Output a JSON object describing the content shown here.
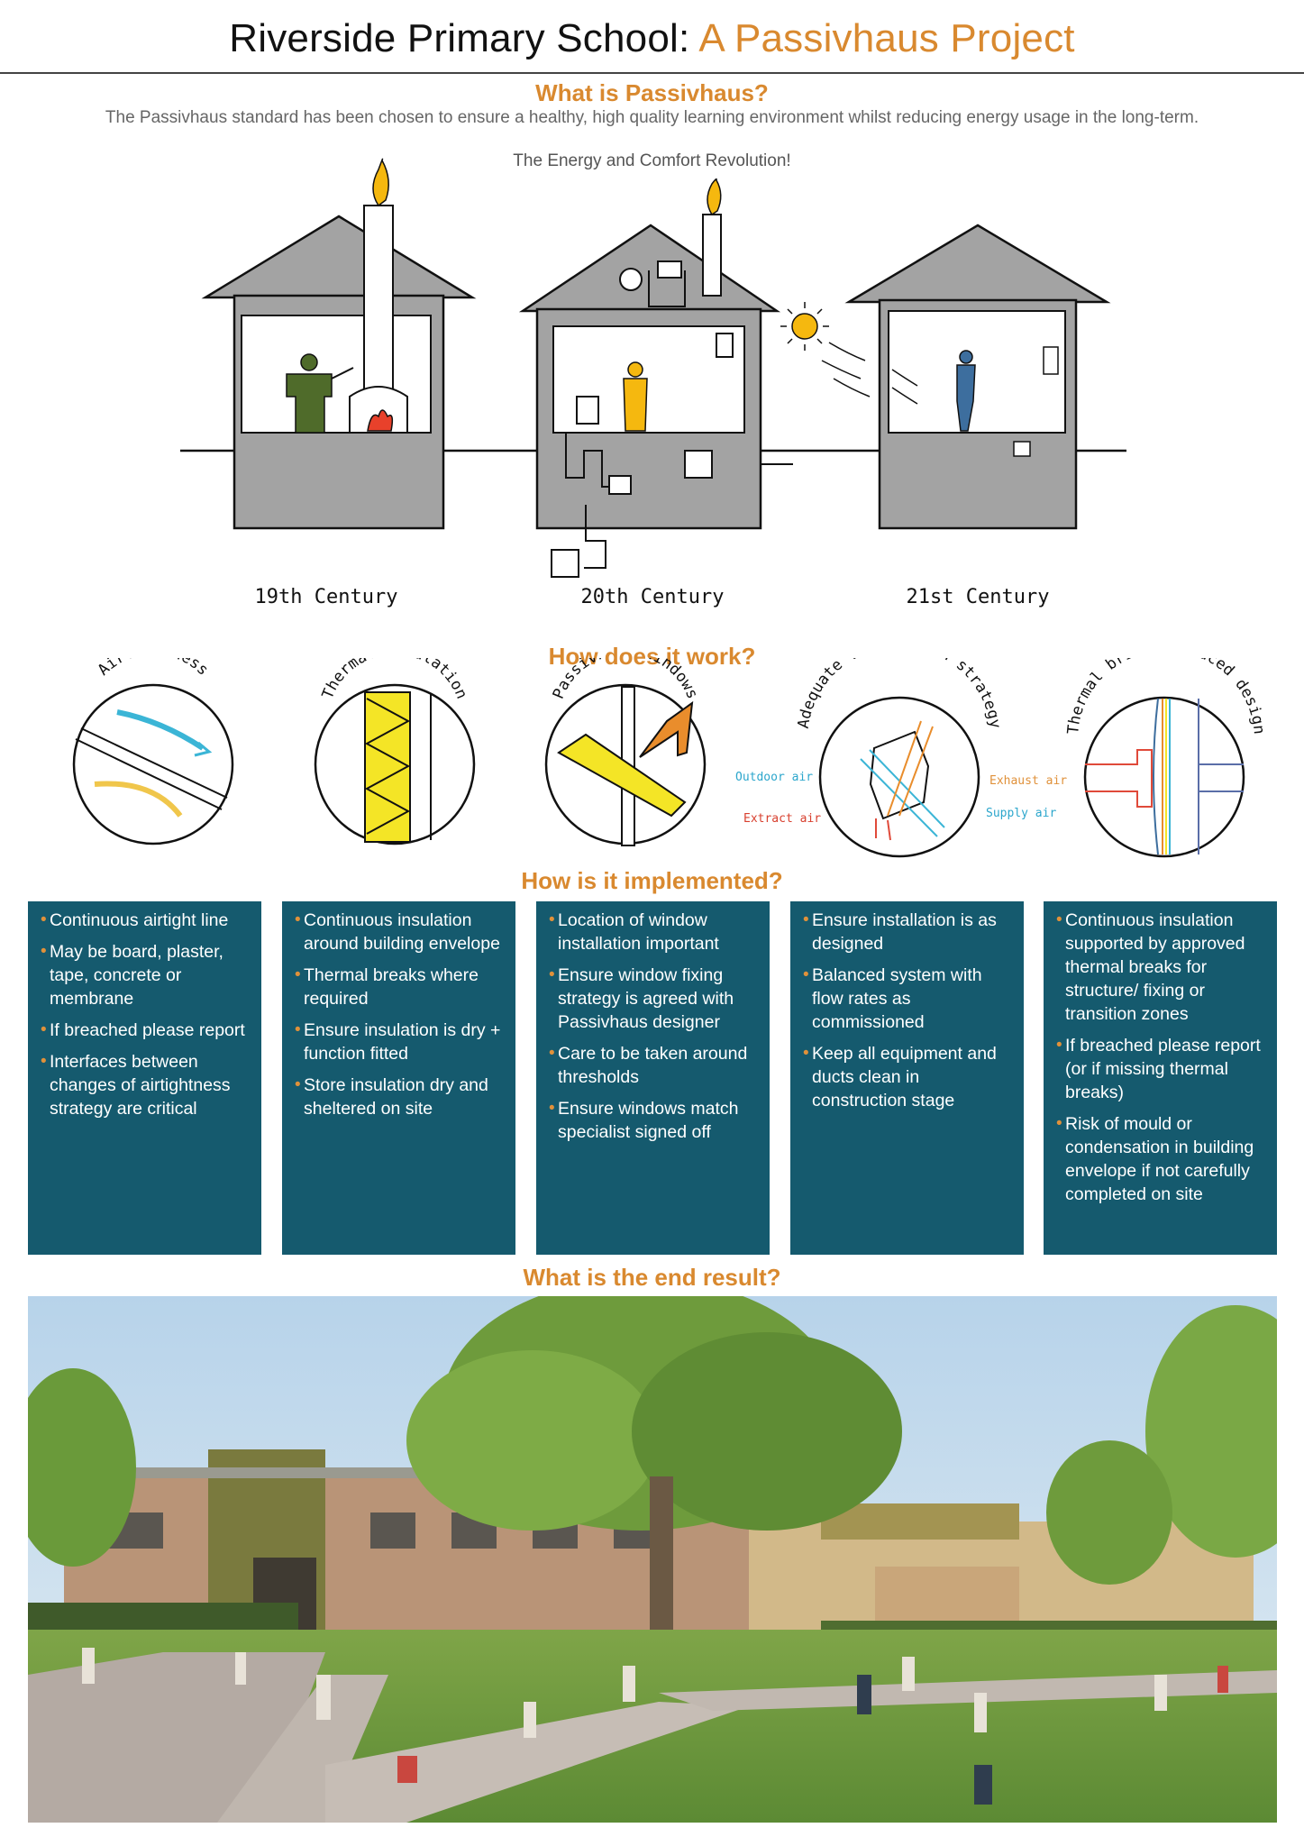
{
  "header": {
    "title_main": "Riverside Primary School:",
    "title_accent": "A Passivhaus Project"
  },
  "what": {
    "heading": "What is Passivhaus?",
    "intro": "The Passivhaus standard has been chosen to ensure a healthy, high quality learning environment whilst reducing energy usage in the long-term.",
    "subheading": "The Energy and Comfort Revolution!",
    "centuries": [
      "19th Century",
      "20th Century",
      "21st Century"
    ]
  },
  "how": {
    "heading": "How does it work?",
    "circles": [
      "Airtightness",
      "Thermal insulation",
      "Passivhaus windows",
      "Adequate ventilation strategy",
      "Thermal bridge reduced design"
    ],
    "air_labels": {
      "outdoor": "Outdoor air",
      "extract": "Extract air",
      "exhaust": "Exhaust air",
      "supply": "Supply air"
    }
  },
  "implemented": {
    "heading": "How is it implemented?",
    "panels": [
      [
        "Continuous airtight line",
        "May be board, plaster, tape, concrete or membrane",
        "If breached please report",
        "Interfaces between changes of airtightness strategy are critical"
      ],
      [
        "Continuous insulation around building envelope",
        "Thermal breaks where required",
        "Ensure insulation is dry + function fitted",
        "Store insulation dry and sheltered on site"
      ],
      [
        "Location of window installation important",
        "Ensure window fixing strategy is agreed with Passivhaus designer",
        "Care to be taken around thresholds",
        "Ensure windows match specialist signed off"
      ],
      [
        "Ensure installation is as designed",
        "Balanced system with flow rates as commissioned",
        "Keep all equipment and ducts clean in construction stage"
      ],
      [
        "Continuous insulation supported by approved thermal breaks for structure/ fixing or transition zones",
        "If breached please report (or if missing thermal breaks)",
        "Risk of mould or condensation in building envelope if not carefully completed on site"
      ]
    ]
  },
  "result": {
    "heading": "What is the end result?"
  },
  "colors": {
    "accent": "#d9892f",
    "panel": "#155a6e",
    "house_grey": "#a3a3a3"
  }
}
